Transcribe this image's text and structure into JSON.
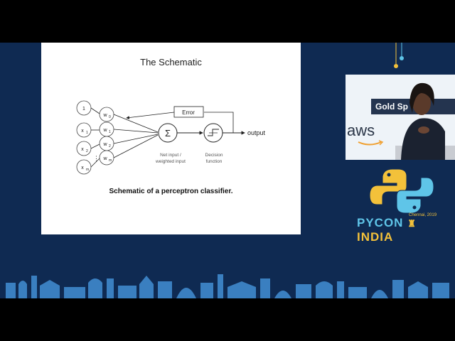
{
  "slide": {
    "title": "The Schematic",
    "caption": "Schematic of a perceptron classifier."
  },
  "diagram": {
    "inputs": [
      "1",
      "x",
      "x",
      "x"
    ],
    "input_subs": [
      "",
      "1",
      "2",
      "m"
    ],
    "weights": [
      "w",
      "w",
      "w",
      "w"
    ],
    "weight_subs": [
      "0",
      "1",
      "2",
      "m"
    ],
    "error_label": "Error",
    "sum_symbol": "Σ",
    "output_label": "output",
    "sum_caption_1": "Net input /",
    "sum_caption_2": "weighted input",
    "decision_caption_1": "Decision",
    "decision_caption_2": "function",
    "ellipsis": "⋮"
  },
  "sidebar": {
    "sponsor_banner": "Gold Sp",
    "sponsor_logo": "aws",
    "conf_name_1": "PYCON",
    "conf_name_2": "INDIA",
    "conf_place": "Chennai, 2019"
  },
  "colors": {
    "background": "#0f2a52",
    "accent_blue": "#5fc5e8",
    "accent_gold": "#f3c13a"
  }
}
